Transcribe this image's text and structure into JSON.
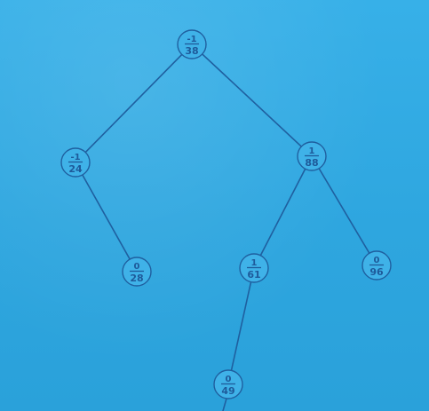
{
  "diagram": {
    "colors": {
      "background": "#2fa9e2",
      "line": "#1f5f9f",
      "text": "#1e5a9a"
    },
    "nodes": [
      {
        "id": "n38",
        "balance": "-1",
        "key": "38"
      },
      {
        "id": "n24",
        "balance": "-1",
        "key": "24"
      },
      {
        "id": "n88",
        "balance": "1",
        "key": "88"
      },
      {
        "id": "n28",
        "balance": "0",
        "key": "28"
      },
      {
        "id": "n61",
        "balance": "1",
        "key": "61"
      },
      {
        "id": "n96",
        "balance": "0",
        "key": "96"
      },
      {
        "id": "n49",
        "balance": "0",
        "key": "49"
      }
    ],
    "edges": [
      {
        "from": "n38",
        "to": "n24"
      },
      {
        "from": "n38",
        "to": "n88"
      },
      {
        "from": "n24",
        "to": "n28"
      },
      {
        "from": "n88",
        "to": "n61"
      },
      {
        "from": "n88",
        "to": "n96"
      },
      {
        "from": "n61",
        "to": "n49"
      }
    ]
  }
}
